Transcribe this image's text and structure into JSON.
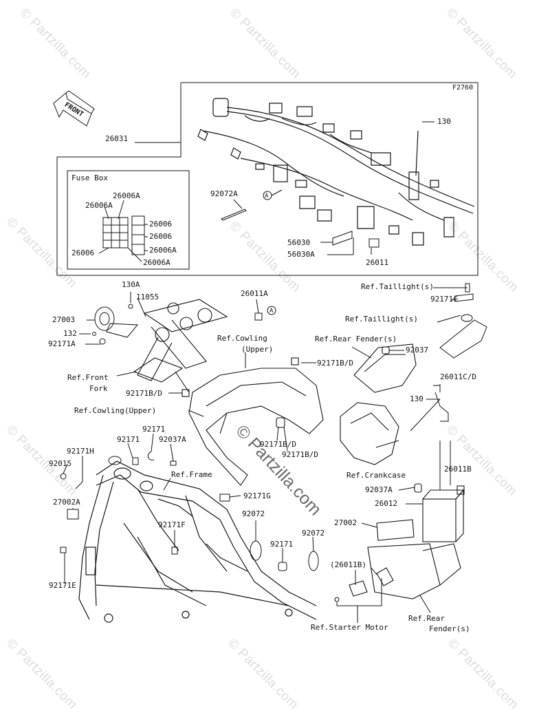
{
  "figure_code": "F2760",
  "front_label": "FRONT",
  "watermark": "© Partzilla.com",
  "fuse_box": {
    "title": "Fuse Box",
    "labels": [
      "26006A",
      "26006A",
      "26006",
      "26006",
      "26006A",
      "26006",
      "26006A"
    ]
  },
  "harness": {
    "main_part": "26031",
    "ref_a": "A",
    "parts": [
      "130",
      "92072A",
      "56030",
      "56030A",
      "26011"
    ]
  },
  "left_group": {
    "parts": [
      "130A",
      "11055",
      "27003",
      "132",
      "92171A"
    ],
    "ref_front_fork": "Ref.Front",
    "ref_front_fork_2": "Fork"
  },
  "mid_group": {
    "part_26011A": "26011A",
    "ref_a": "A",
    "ref_cowling_upper_1": "Ref.Cowling",
    "ref_cowling_upper_1b": "(Upper)",
    "ref_cowling_upper_2": "Ref.Cowling(Upper)",
    "parts": [
      "92171B/D",
      "92171B/D",
      "92171B/D",
      "92171B/D"
    ]
  },
  "right_group": {
    "ref_taillight_1": "Ref.Taillight(s)",
    "ref_taillight_2": "Ref.Taillight(s)",
    "part_92171C": "92171C",
    "ref_rear_fender": "Ref.Rear Fender(s)",
    "part_92037": "92037",
    "part_26011CD": "26011C/D",
    "part_130": "130",
    "ref_crankcase": "Ref.Crankcase",
    "part_26011B": "26011B",
    "part_92037A": "92037A",
    "part_26012": "26012",
    "part_27002": "27002",
    "part_26011B_paren": "(26011B)",
    "ref_starter_motor": "Ref.Starter Motor",
    "ref_rear_fender_2a": "Ref.Rear",
    "ref_rear_fender_2b": "Fender(s)"
  },
  "frame_group": {
    "part_92171H": "92171H",
    "part_92015": "92015",
    "part_92171_a": "92171",
    "part_92171_b": "92171",
    "part_92037A": "92037A",
    "ref_frame": "Ref.Frame",
    "part_27002A": "27002A",
    "part_92171G": "92171G",
    "part_92072_a": "92072",
    "part_92072_b": "92072",
    "part_92171F": "92171F",
    "part_92171_c": "92171",
    "part_92171E": "92171E"
  }
}
